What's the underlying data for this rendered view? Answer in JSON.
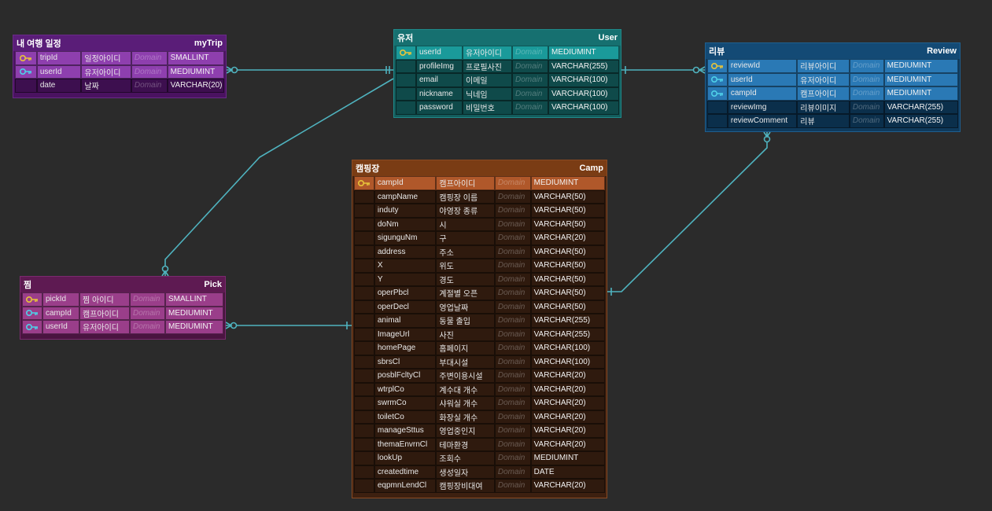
{
  "colors": {
    "background": "#2b2b2b",
    "connector": "#4fb3bf",
    "pk_key": "#e8c43a",
    "fk_key": "#4fd0e8"
  },
  "tables": {
    "mytrip": {
      "kor_name": "내 여행 일정",
      "eng_name": "myTrip",
      "columns": [
        {
          "key": "pk",
          "name": "tripId",
          "kor": "일정아이디",
          "domain": "Domain",
          "type": "SMALLINT"
        },
        {
          "key": "fk",
          "name": "userId",
          "kor": "유저아이디",
          "domain": "Domain",
          "type": "MEDIUMINT"
        },
        {
          "key": "",
          "name": "date",
          "kor": "날짜",
          "domain": "Domain",
          "type": "VARCHAR(20)"
        }
      ]
    },
    "user": {
      "kor_name": "유저",
      "eng_name": "User",
      "columns": [
        {
          "key": "pk",
          "name": "userId",
          "kor": "유저아이디",
          "domain": "Domain",
          "type": "MEDIUMINT"
        },
        {
          "key": "",
          "name": "profileImg",
          "kor": "프로필사진",
          "domain": "Domain",
          "type": "VARCHAR(255)"
        },
        {
          "key": "",
          "name": "email",
          "kor": "이메일",
          "domain": "Domain",
          "type": "VARCHAR(100)"
        },
        {
          "key": "",
          "name": "nickname",
          "kor": "닉네임",
          "domain": "Domain",
          "type": "VARCHAR(100)"
        },
        {
          "key": "",
          "name": "password",
          "kor": "비밀번호",
          "domain": "Domain",
          "type": "VARCHAR(100)"
        }
      ]
    },
    "review": {
      "kor_name": "리뷰",
      "eng_name": "Review",
      "columns": [
        {
          "key": "pk",
          "name": "reviewId",
          "kor": "리뷰아이디",
          "domain": "Domain",
          "type": "MEDIUMINT"
        },
        {
          "key": "fk",
          "name": "userId",
          "kor": "유저아이디",
          "domain": "Domain",
          "type": "MEDIUMINT"
        },
        {
          "key": "fk",
          "name": "campId",
          "kor": "캠프아이디",
          "domain": "Domain",
          "type": "MEDIUMINT"
        },
        {
          "key": "",
          "name": "reviewImg",
          "kor": "리뷰이미지",
          "domain": "Domain",
          "type": "VARCHAR(255)"
        },
        {
          "key": "",
          "name": "reviewComment",
          "kor": "리뷰",
          "domain": "Domain",
          "type": "VARCHAR(255)"
        }
      ]
    },
    "camp": {
      "kor_name": "캠핑장",
      "eng_name": "Camp",
      "columns": [
        {
          "key": "pk",
          "name": "campId",
          "kor": "캠프아이디",
          "domain": "Domain",
          "type": "MEDIUMINT"
        },
        {
          "key": "",
          "name": "campName",
          "kor": "캠핑장 이름",
          "domain": "Domain",
          "type": "VARCHAR(50)"
        },
        {
          "key": "",
          "name": "induty",
          "kor": "야영장 종류",
          "domain": "Domain",
          "type": "VARCHAR(50)"
        },
        {
          "key": "",
          "name": "doNm",
          "kor": "시",
          "domain": "Domain",
          "type": "VARCHAR(50)"
        },
        {
          "key": "",
          "name": "sigunguNm",
          "kor": "구",
          "domain": "Domain",
          "type": "VARCHAR(20)"
        },
        {
          "key": "",
          "name": "address",
          "kor": "주소",
          "domain": "Domain",
          "type": "VARCHAR(50)"
        },
        {
          "key": "",
          "name": "X",
          "kor": "위도",
          "domain": "Domain",
          "type": "VARCHAR(50)"
        },
        {
          "key": "",
          "name": "Y",
          "kor": "경도",
          "domain": "Domain",
          "type": "VARCHAR(50)"
        },
        {
          "key": "",
          "name": "operPbcl",
          "kor": "계절별 오픈",
          "domain": "Domain",
          "type": "VARCHAR(50)"
        },
        {
          "key": "",
          "name": "operDecl",
          "kor": "영업날짜",
          "domain": "Domain",
          "type": "VARCHAR(50)"
        },
        {
          "key": "",
          "name": "animal",
          "kor": "동물 출입",
          "domain": "Domain",
          "type": "VARCHAR(255)"
        },
        {
          "key": "",
          "name": "ImageUrl",
          "kor": "사진",
          "domain": "Domain",
          "type": "VARCHAR(255)"
        },
        {
          "key": "",
          "name": "homePage",
          "kor": "홈페이지",
          "domain": "Domain",
          "type": "VARCHAR(100)"
        },
        {
          "key": "",
          "name": "sbrsCl",
          "kor": "부대시설",
          "domain": "Domain",
          "type": "VARCHAR(100)"
        },
        {
          "key": "",
          "name": "posblFcltyCl",
          "kor": "주변이용시설",
          "domain": "Domain",
          "type": "VARCHAR(20)"
        },
        {
          "key": "",
          "name": "wtrplCo",
          "kor": "계수대 개수",
          "domain": "Domain",
          "type": "VARCHAR(20)"
        },
        {
          "key": "",
          "name": "swrmCo",
          "kor": "샤워실 개수",
          "domain": "Domain",
          "type": "VARCHAR(20)"
        },
        {
          "key": "",
          "name": "toiletCo",
          "kor": "화장실 개수",
          "domain": "Domain",
          "type": "VARCHAR(20)"
        },
        {
          "key": "",
          "name": "manageSttus",
          "kor": "영업중인지",
          "domain": "Domain",
          "type": "VARCHAR(20)"
        },
        {
          "key": "",
          "name": "themaEnvrnCl",
          "kor": "테마환경",
          "domain": "Domain",
          "type": "VARCHAR(20)"
        },
        {
          "key": "",
          "name": "lookUp",
          "kor": "조회수",
          "domain": "Domain",
          "type": "MEDIUMINT"
        },
        {
          "key": "",
          "name": "createdtime",
          "kor": "생성일자",
          "domain": "Domain",
          "type": "DATE"
        },
        {
          "key": "",
          "name": "eqpmnLendCl",
          "kor": "캠핑장비대여",
          "domain": "Domain",
          "type": "VARCHAR(20)"
        }
      ]
    },
    "pick": {
      "kor_name": "찜",
      "eng_name": "Pick",
      "columns": [
        {
          "key": "pk",
          "name": "pickId",
          "kor": "찜 아이디",
          "domain": "Domain",
          "type": "SMALLINT"
        },
        {
          "key": "fk",
          "name": "campId",
          "kor": "캠프아이디",
          "domain": "Domain",
          "type": "MEDIUMINT"
        },
        {
          "key": "fk",
          "name": "userId",
          "kor": "유저아이디",
          "domain": "Domain",
          "type": "MEDIUMINT"
        }
      ]
    }
  }
}
